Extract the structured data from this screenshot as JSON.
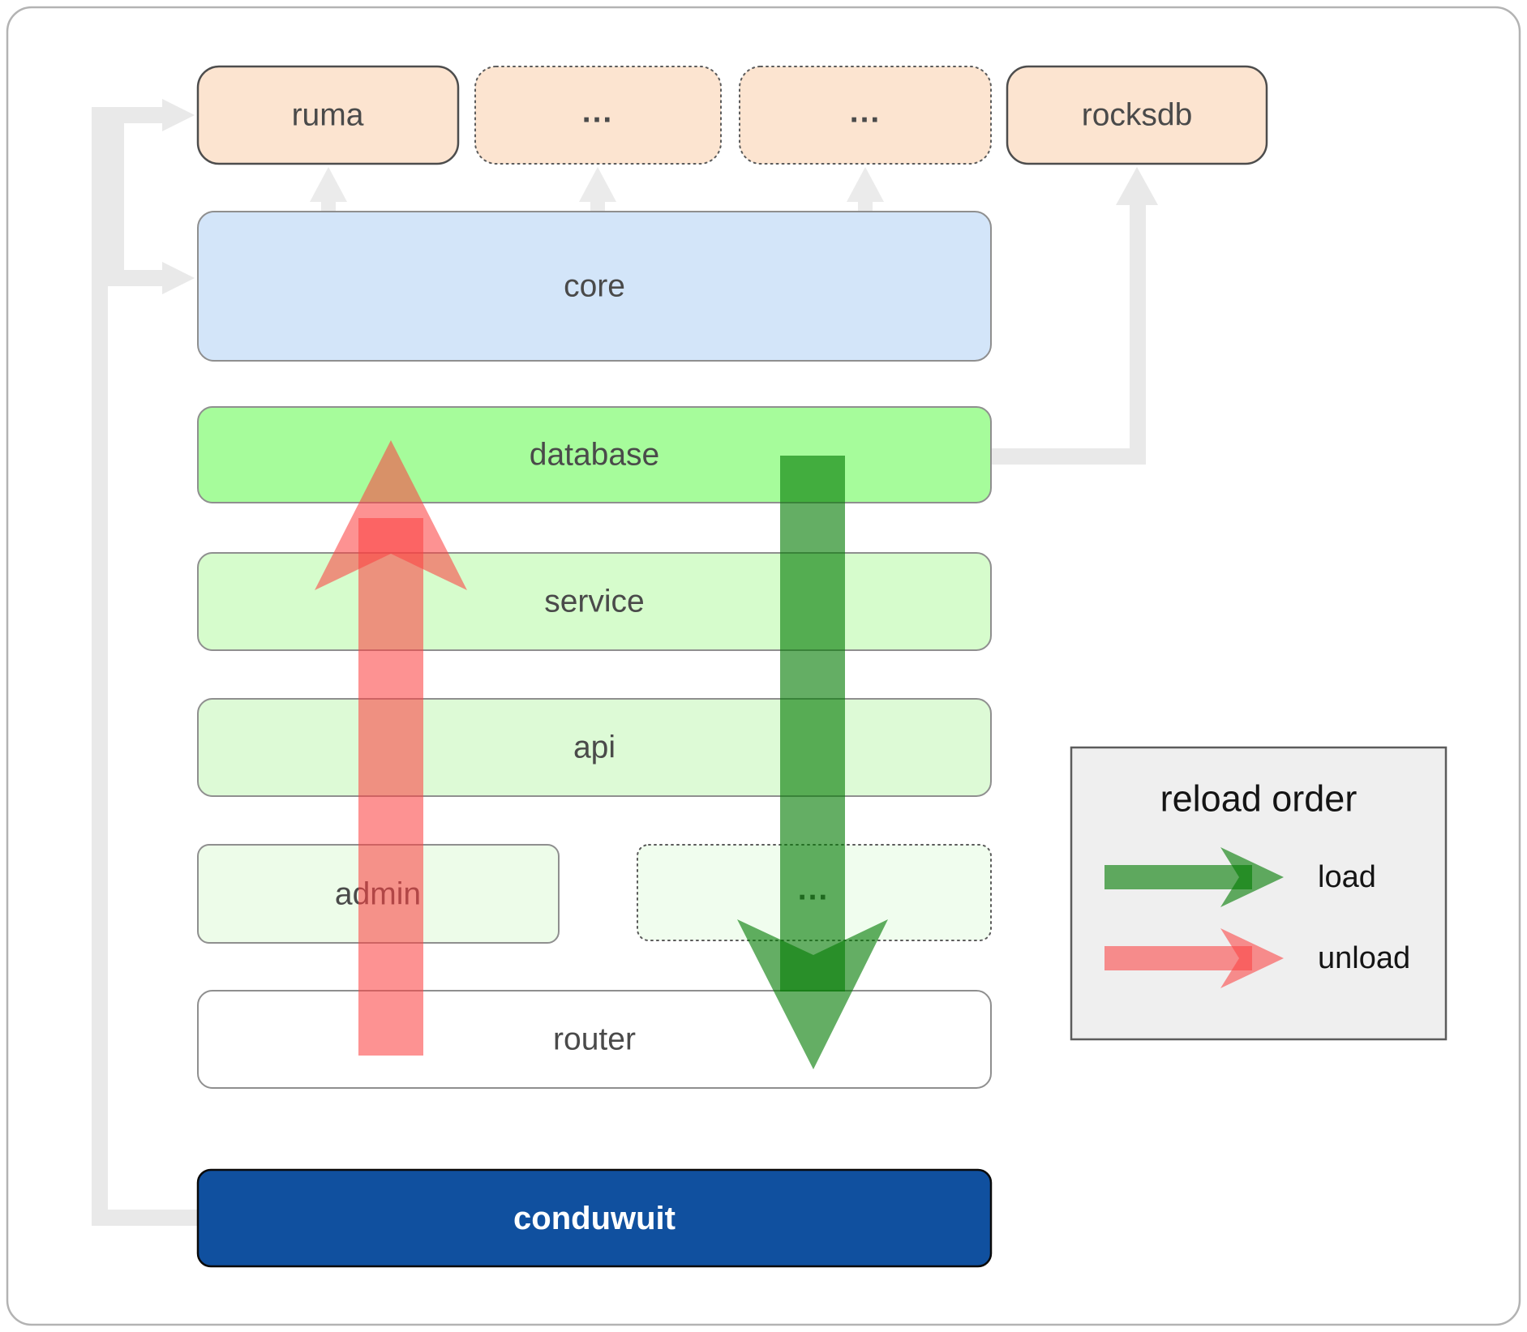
{
  "boxes": {
    "ruma": "ruma",
    "dots1": "...",
    "dots2": "...",
    "rocksdb": "rocksdb",
    "core": "core",
    "database": "database",
    "service": "service",
    "api": "api",
    "admin": "admin",
    "dots3": "...",
    "router": "router",
    "conduwuit": "conduwuit"
  },
  "legend": {
    "title": "reload order",
    "load_label": "load",
    "unload_label": "unload"
  },
  "colors": {
    "peach": "#fce4d0",
    "core_blue": "#d3e5f9",
    "database_green": "#a6fc9b",
    "service_green": "#d6fccc",
    "api_green": "#ddfad6",
    "admin_green": "#edfce9",
    "dots3_green": "#f0fdee",
    "router_white": "#ffffff",
    "conduwuit_navy": "#10509f",
    "load_arrow_green": "#057d05",
    "unload_arrow_red": "#fc4444",
    "connector_gray": "#e9e9e9",
    "small_arrow_gray": "#ebebeb",
    "legend_bg": "#efefef"
  }
}
